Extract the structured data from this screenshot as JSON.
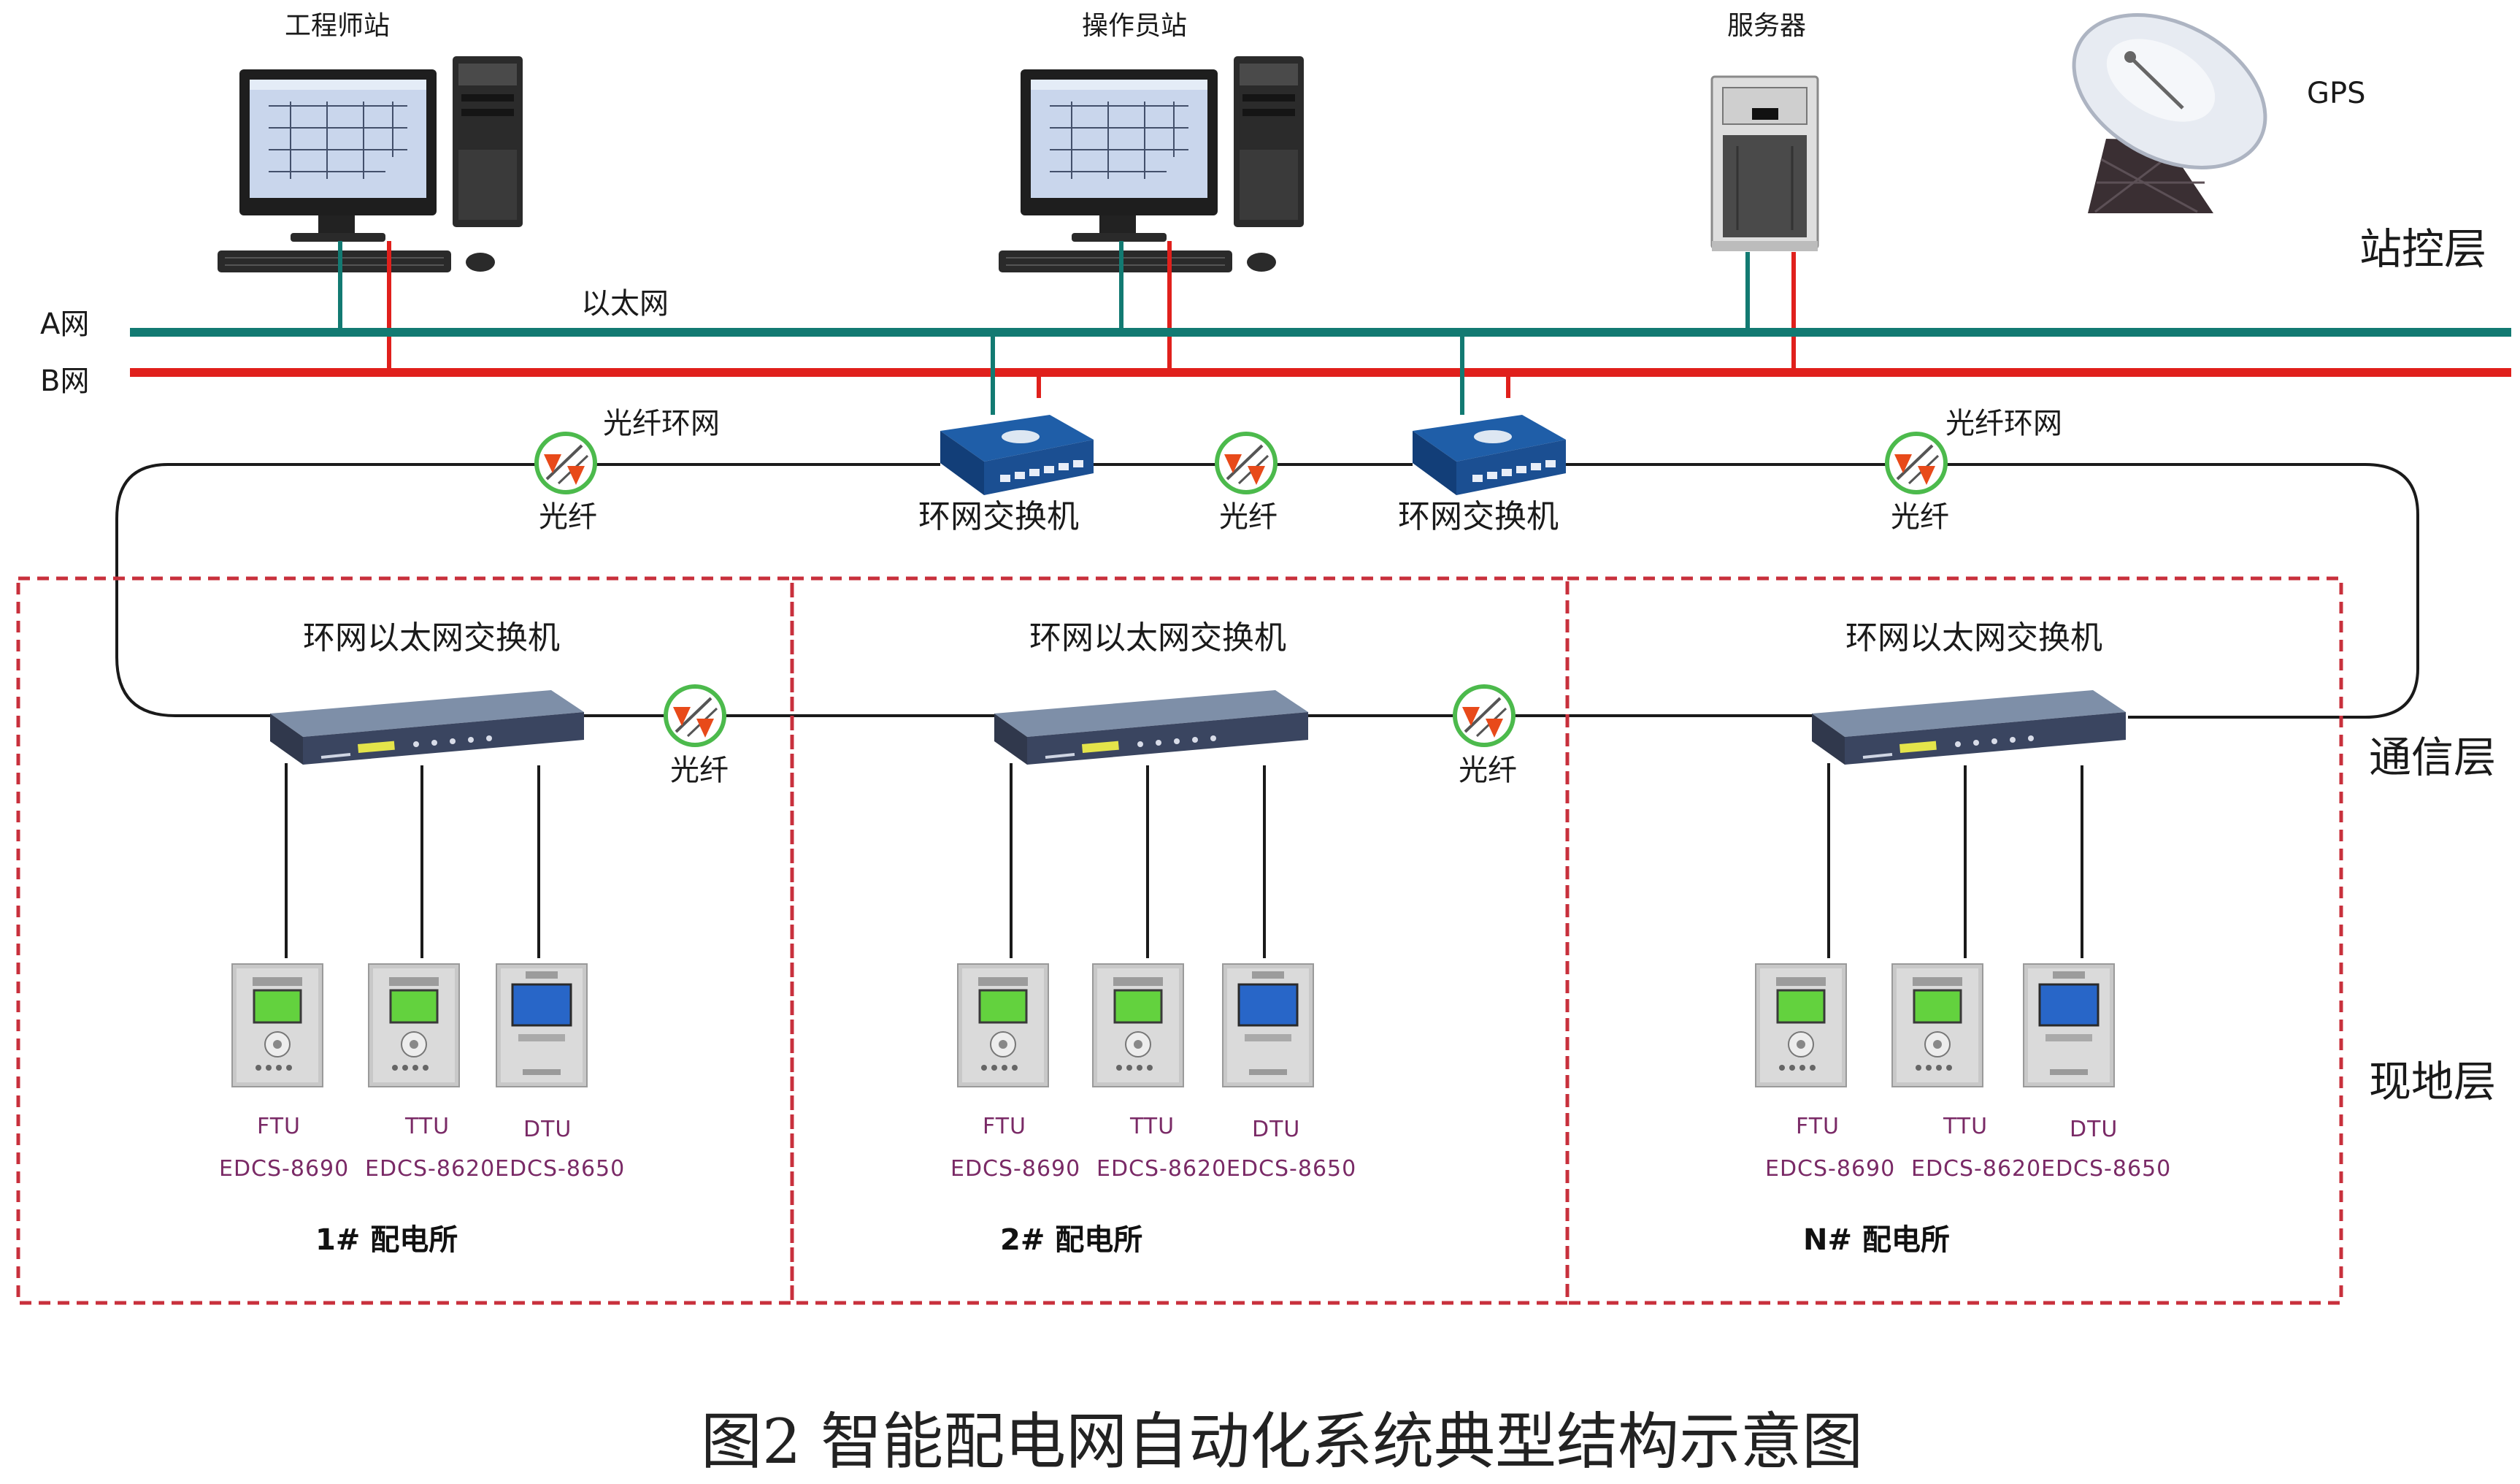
{
  "station_layer": {
    "layer_label": "站控层",
    "engineer_station": "工程师站",
    "operator_station": "操作员站",
    "server": "服务器",
    "gps": "GPS",
    "net_a": "A网",
    "net_b": "B网",
    "ethernet": "以太网"
  },
  "comm_layer": {
    "layer_label": "通信层",
    "fiber_ring_left": "光纤环网",
    "fiber_ring_right": "光纤环网",
    "fiber_1": "光纤",
    "fiber_2": "光纤",
    "fiber_3": "光纤",
    "fiber_4": "光纤",
    "fiber_5": "光纤",
    "ring_switch_1": "环网交换机",
    "ring_switch_2": "环网交换机"
  },
  "field_layer": {
    "layer_label": "现地层",
    "substations": [
      {
        "switch_label": "环网以太网交换机",
        "name": "1# 配电所",
        "devices": [
          {
            "type": "FTU",
            "model": "EDCS-8690"
          },
          {
            "type": "TTU",
            "model": "EDCS-8620"
          },
          {
            "type": "DTU",
            "model": "EDCS-8650"
          }
        ]
      },
      {
        "switch_label": "环网以太网交换机",
        "name": "2# 配电所",
        "devices": [
          {
            "type": "FTU",
            "model": "EDCS-8690"
          },
          {
            "type": "TTU",
            "model": "EDCS-8620"
          },
          {
            "type": "DTU",
            "model": "EDCS-8650"
          }
        ]
      },
      {
        "switch_label": "环网以太网交换机",
        "name": "N# 配电所",
        "devices": [
          {
            "type": "FTU",
            "model": "EDCS-8690"
          },
          {
            "type": "TTU",
            "model": "EDCS-8620"
          },
          {
            "type": "DTU",
            "model": "EDCS-8650"
          }
        ]
      }
    ]
  },
  "caption": "图2  智能配电网自动化系统典型结构示意图",
  "colors": {
    "net_a": "#127a72",
    "net_b": "#e0201c",
    "dashed_border": "#c8303c",
    "device_text": "#7a2a66"
  }
}
